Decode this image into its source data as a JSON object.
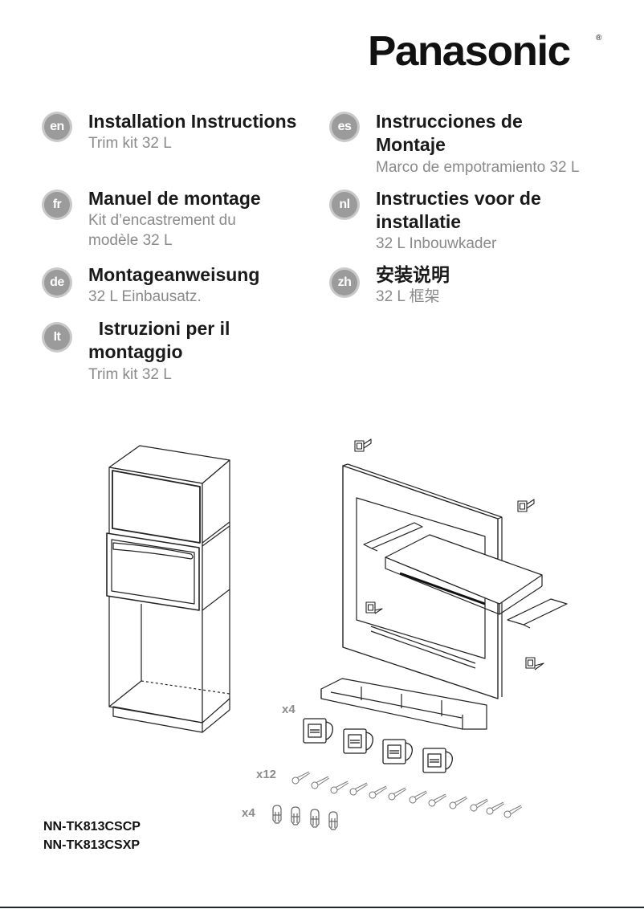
{
  "brand": {
    "name": "Panasonic",
    "registered": "®"
  },
  "languages": [
    {
      "code": "en",
      "title": "Installation Instructions",
      "subtitle": "Trim kit 32 L"
    },
    {
      "code": "fr",
      "title": "Manuel de montage",
      "subtitle_line1": "Kit d’encastrement du",
      "subtitle_line2": "modèle 32 L"
    },
    {
      "code": "de",
      "title": "Montageanweisung",
      "subtitle": "32 L Einbausatz."
    },
    {
      "code": "it",
      "badge": "It",
      "title_line1": "  Istruzioni per il",
      "title_line2": "montaggio",
      "subtitle": "Trim kit 32 L"
    },
    {
      "code": "es",
      "title_line1": "Instrucciones de",
      "title_line2": "Montaje",
      "subtitle": "Marco de empotramiento 32 L"
    },
    {
      "code": "nl",
      "title_line1": "Instructies voor de",
      "title_line2": "installatie",
      "subtitle": "32 L Inbouwkader"
    },
    {
      "code": "zh",
      "title": "安装说明",
      "subtitle": "32 L 框架"
    }
  ],
  "parts": {
    "brackets_qty": "x4",
    "screws_qty": "x12",
    "plugs_qty": "x4"
  },
  "models": [
    "NN-TK813CSCP",
    "NN-TK813CSXP"
  ]
}
